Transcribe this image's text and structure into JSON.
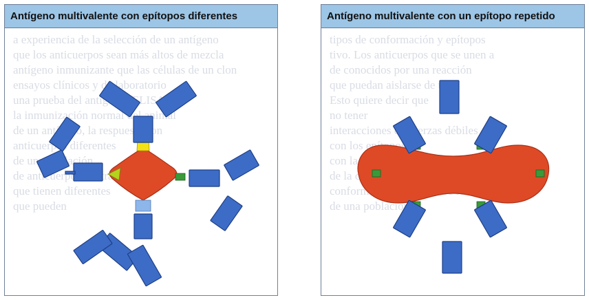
{
  "panels": {
    "left": {
      "title": "Antígeno multivalente con epítopos diferentes",
      "background_text": [
        "a experiencia de la selección de un antígeno",
        "que los anticuerpos sean más altos de mezcla",
        "antígeno inmunizante que las células de un clon",
        "ensayos clínicos y de laboratorio",
        "una prueba del antígeno (ELISA)",
        "la inmunización normal del animal",
        "de un antígeno, la respuesta con",
        "anticuerpos diferentes",
        "de una población",
        "de anticuerpos contra",
        "que tienen diferentes",
        "que pueden"
      ]
    },
    "right": {
      "title": "Antígeno multivalente con un epítopo repetido",
      "background_text": [
        "tipos de conformación y epítopos",
        "tivo. Los anticuerpos que se unen a",
        "de conocidos por una reacción",
        "que puedan aislarse de una",
        "Esto quiere decir que",
        "no tener",
        "interacciones de fuerzas débiles",
        "con los epítopos",
        "con la característica",
        "de la conformación de cambio",
        "conformidad general entre los",
        "de una población"
      ]
    }
  },
  "colors": {
    "antibody": "#3d6cc6",
    "antibody_edge": "#1e3f86",
    "antigen": "#de4a26",
    "antigen_edge": "#a92f17",
    "epitope_green": "#3a9a3a",
    "epitope_yellow": "#f4e216",
    "epitope_lime": "#b5d21c",
    "epitope_blue": "#8db7ea",
    "title_bar": "#9cc5e6"
  }
}
